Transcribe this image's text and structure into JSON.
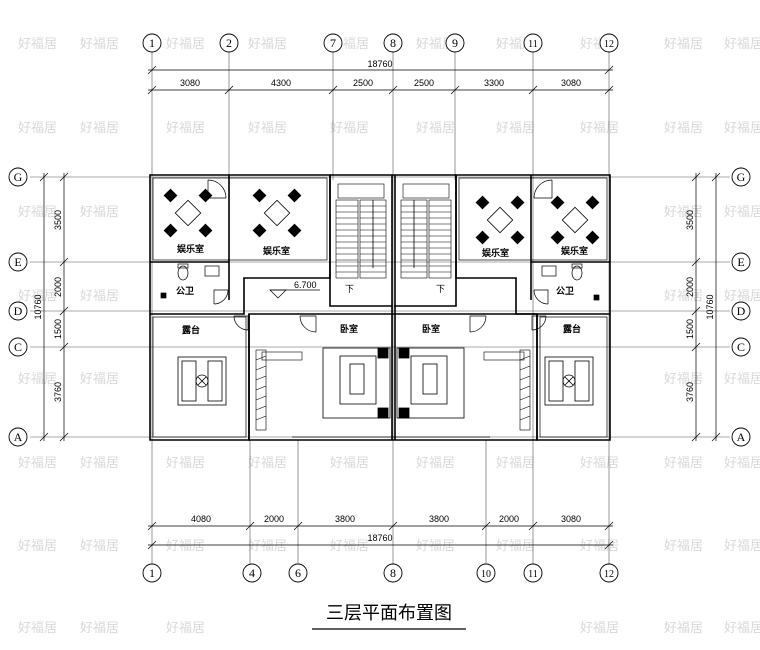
{
  "title": "三层平面布置图",
  "watermark": "好福居",
  "elevation": "6.700",
  "top_axes": [
    "1",
    "2",
    "7",
    "8",
    "9",
    "11",
    "12"
  ],
  "bottom_axes": [
    "1",
    "4",
    "6",
    "8",
    "10",
    "11",
    "12"
  ],
  "side_axes": [
    "G",
    "E",
    "D",
    "C",
    "A"
  ],
  "top_total": "18760",
  "bottom_total": "18760",
  "side_total": "10760",
  "top_dims": [
    "3080",
    "4300",
    "2500",
    "2500",
    "3300",
    "3080"
  ],
  "bottom_dims": [
    "4080",
    "2000",
    "3800",
    "3800",
    "2000",
    "3080"
  ],
  "side_dims": [
    "3500",
    "2000",
    "1500",
    "3760"
  ],
  "rooms": {
    "entertainment_left_1": "娱乐室",
    "entertainment_left_2": "娱乐室",
    "entertainment_right_1": "娱乐室",
    "entertainment_right_2": "娱乐室",
    "bath_left": "公卫",
    "bath_right": "公卫",
    "terrace_left": "露台",
    "terrace_right": "露台",
    "bedroom_left": "卧室",
    "bedroom_right": "卧室",
    "stair_down_left": "下",
    "stair_down_right": "下"
  }
}
